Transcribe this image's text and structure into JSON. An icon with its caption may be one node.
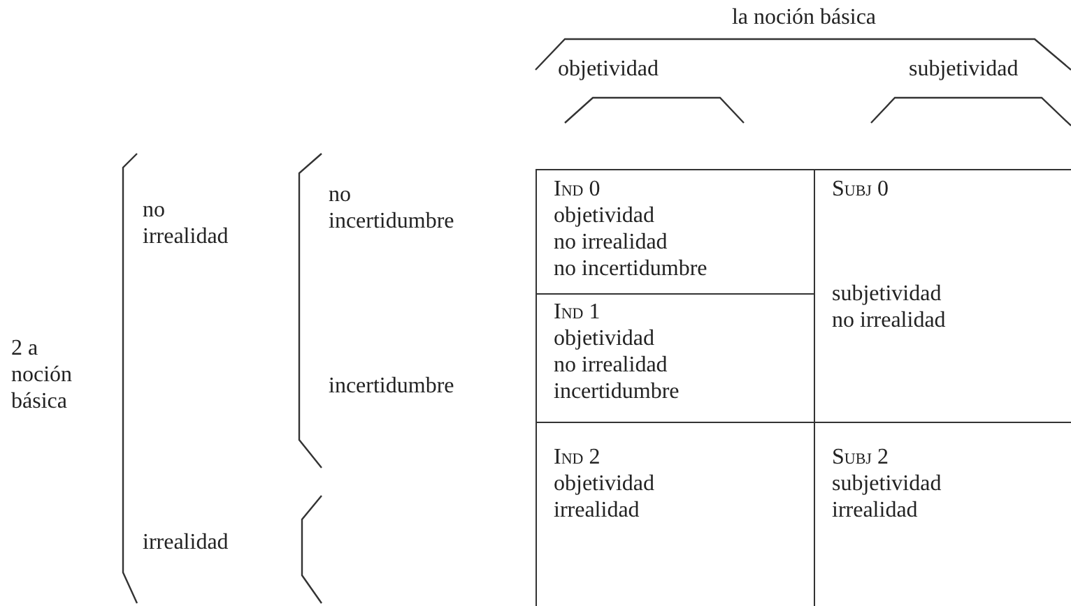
{
  "diagram": {
    "nodes": [
      {
        "text": [
          "Ind 0",
          "objetividad",
          "no irrealidad",
          "no incertidumbre"
        ]
      },
      {
        "text": [
          "Subj 0",
          "subjetividad",
          "no irrealidad"
        ]
      },
      {
        "text": [
          "Ind 1",
          "objetividad",
          "no irrealidad",
          "incertidumbre"
        ]
      },
      {
        "text": [
          "Ind 2",
          "objetividad",
          "irrealidad"
        ]
      },
      {
        "text": [
          "Subj 2",
          "subjetividad",
          "irrealidad"
        ]
      }
    ],
    "edges": [],
    "labels": [
      "la noción básica",
      "objetividad",
      "subjetividad",
      "no irrealidad",
      "no incertidumbre",
      "2 a noción básica",
      "incertidumbre",
      "irrealidad"
    ]
  }
}
